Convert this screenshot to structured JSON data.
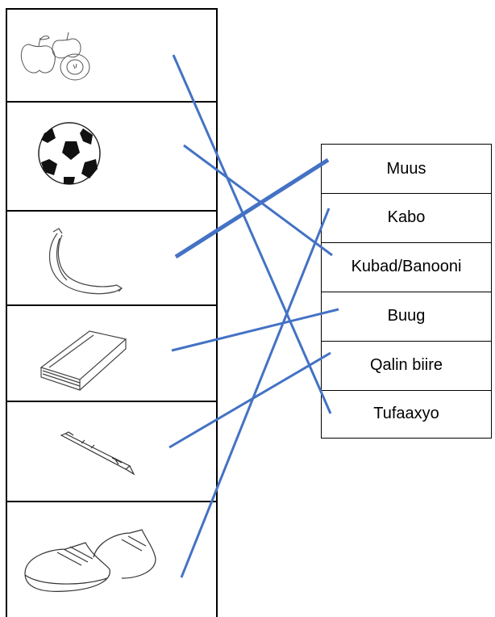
{
  "words": [
    "Muus",
    "Kabo",
    "Kubad/Banooni",
    "Buug",
    "Qalin biire",
    "Tufaaxyo"
  ],
  "pictures": [
    {
      "icon": "apples-icon"
    },
    {
      "icon": "soccer-ball-icon"
    },
    {
      "icon": "banana-icon"
    },
    {
      "icon": "book-icon"
    },
    {
      "icon": "pen-icon"
    },
    {
      "icon": "sneakers-icon"
    }
  ],
  "line_color": "#4472c4"
}
